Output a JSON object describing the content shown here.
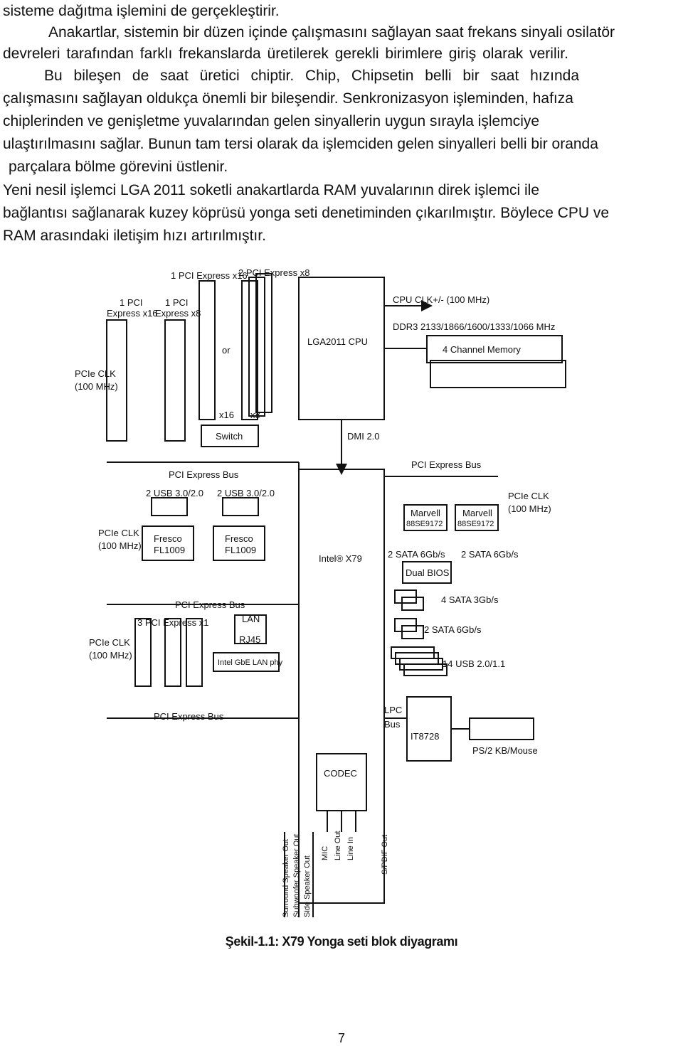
{
  "paragraph_lines": [
    "sisteme dağıtma işlemini de gerçekleştirir.",
    "Anakartlar, sistemin bir düzen içinde çalışmasını sağlayan saat frekans sinyali osilatör",
    "devreleri tarafından farklı frekanslarda üretilerek gerekli birimlere giriş olarak verilir.",
    "Bu bileşen de saat üretici chiptir. Chip, Chipsetin belli bir saat hızında",
    "çalışmasını sağlayan oldukça önemli bir bileşendir. Senkronizasyon işleminden, hafıza",
    "chiplerinden ve genişletme yuvalarından gelen sinyallerin uygun sırayla işlemciye",
    "ulaştırılmasını sağlar. Bunun tam tersi olarak da işlemciden gelen sinyalleri belli bir oranda",
    "parçalara bölme görevini üstlenir.",
    "Yeni nesil işlemci LGA 2011 soketli anakartlarda RAM yuvalarının direk işlemci ile",
    "bağlantısı sağlanarak kuzey köprüsü yonga seti denetiminden çıkarılmıştır. Böylece CPU ve",
    "RAM arasındaki iletişim hızı artırılmıştır."
  ],
  "diagram": {
    "slot_1pci_x16_top": "1 PCI Express x16",
    "slot_2pci_x8_top": "2 PCI Express x8",
    "slot_left1_a": "1 PCI",
    "slot_left1_b": "Express x16",
    "slot_left2_a": "1 PCI",
    "slot_left2_b": "Express x8",
    "or": "or",
    "x16": "x16",
    "x8": "x8",
    "switch": "Switch",
    "pcie_clk": "PCIe CLK",
    "mhz100": "(100 MHz)",
    "pci_express_bus": "PCI Express Bus",
    "cpu": "LGA2011 CPU",
    "cpu_clk": "CPU CLK+/- (100 MHz)",
    "ddr3": "DDR3 2133/1866/1600/1333/1066 MHz",
    "memory": "4 Channel Memory",
    "dmi": "DMI 2.0",
    "usb30": "2 USB 3.0/2.0",
    "fresco": "Fresco",
    "fl1009": "FL1009",
    "x1": "x1",
    "pchx79": "Intel® X79",
    "marvell": "Marvell",
    "88se9172": "88SE9172",
    "sata6": "2 SATA 6Gb/s",
    "dualbios": "Dual BIOS",
    "sata3": "4 SATA 3Gb/s",
    "sata6b": "2 SATA 6Gb/s",
    "usb20": "14 USB 2.0/1.1",
    "pci_x1": "3 PCI Express x1",
    "lan": "LAN",
    "rj45": "RJ45",
    "lanphy": "Intel GbE LAN phy",
    "lpc": "LPC",
    "bus": "Bus",
    "it8728": "IT8728",
    "ps2": "PS/2 KB/Mouse",
    "codec": "CODEC",
    "audio": [
      "Surround Speaker Out",
      "Subwoofer Speaker Out",
      "Side Speaker Out",
      "MIC",
      "Line Out",
      "Line In",
      "S/PDIF Out"
    ]
  },
  "caption": "Şekil-1.1: X79 Yonga seti blok diyagramı",
  "page_number": "7"
}
